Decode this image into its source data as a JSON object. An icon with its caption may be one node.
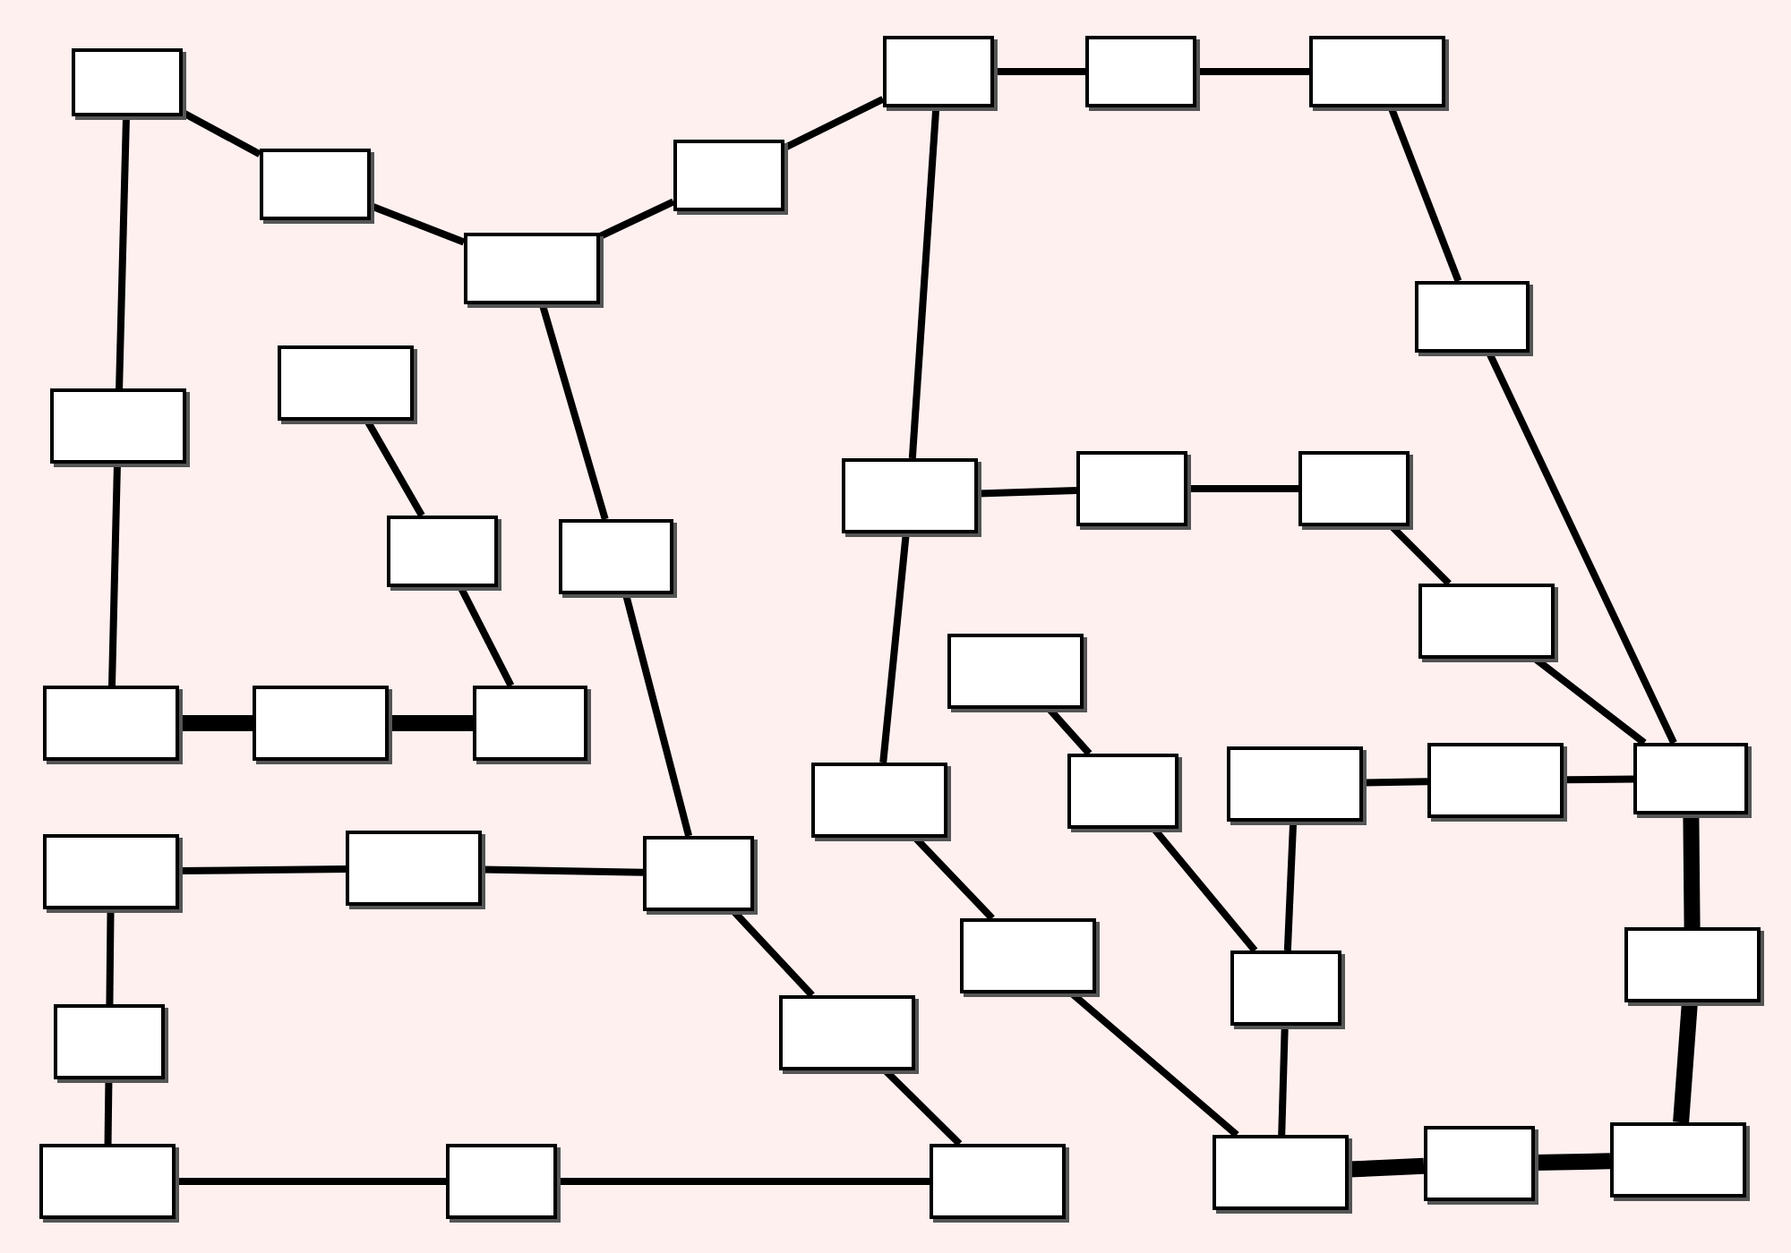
{
  "diagram": {
    "nodes": [
      {
        "text": [],
        "shape": "box"
      },
      {
        "text": [],
        "shape": "box"
      },
      {
        "text": [],
        "shape": "box"
      },
      {
        "text": [],
        "shape": "box"
      },
      {
        "text": [],
        "shape": "box"
      },
      {
        "text": [],
        "shape": "box"
      },
      {
        "text": [],
        "shape": "box"
      },
      {
        "text": [],
        "shape": "box"
      },
      {
        "text": [],
        "shape": "box"
      },
      {
        "text": [],
        "shape": "box"
      },
      {
        "text": [],
        "shape": "box"
      },
      {
        "text": [],
        "shape": "box"
      },
      {
        "text": [],
        "shape": "box"
      },
      {
        "text": [],
        "shape": "box"
      },
      {
        "text": [],
        "shape": "box"
      },
      {
        "text": [],
        "shape": "box"
      },
      {
        "text": [],
        "shape": "box"
      },
      {
        "text": [],
        "shape": "box"
      },
      {
        "text": [],
        "shape": "box"
      },
      {
        "text": [],
        "shape": "box"
      },
      {
        "text": [],
        "shape": "box"
      },
      {
        "text": [],
        "shape": "box"
      },
      {
        "text": [],
        "shape": "box"
      },
      {
        "text": [],
        "shape": "box"
      },
      {
        "text": [],
        "shape": "box"
      },
      {
        "text": [],
        "shape": "box"
      },
      {
        "text": [],
        "shape": "box"
      },
      {
        "text": [],
        "shape": "box"
      },
      {
        "text": [],
        "shape": "box"
      },
      {
        "text": [],
        "shape": "box"
      },
      {
        "text": [],
        "shape": "box"
      },
      {
        "text": [],
        "shape": "box"
      },
      {
        "text": [],
        "shape": "box"
      },
      {
        "text": [],
        "shape": "box"
      },
      {
        "text": [],
        "shape": "box"
      },
      {
        "text": [],
        "shape": "box"
      },
      {
        "text": [],
        "shape": "box"
      },
      {
        "text": [],
        "shape": "box"
      },
      {
        "text": [],
        "shape": "box"
      }
    ],
    "edges": [
      {
        "from": 0,
        "to": 1,
        "arrow": "none"
      },
      {
        "from": 1,
        "to": 2,
        "arrow": "none"
      },
      {
        "from": 2,
        "to": 3,
        "arrow": "none"
      },
      {
        "from": 3,
        "to": 4,
        "arrow": "none"
      },
      {
        "from": 4,
        "to": 5,
        "arrow": "none"
      },
      {
        "from": 5,
        "to": 6,
        "arrow": "none"
      },
      {
        "from": 6,
        "to": 7,
        "arrow": "none"
      },
      {
        "from": 7,
        "to": 24,
        "arrow": "none"
      },
      {
        "from": 0,
        "to": 8,
        "arrow": "none"
      },
      {
        "from": 8,
        "to": 16,
        "arrow": "none"
      },
      {
        "from": 16,
        "to": 17,
        "arrow": "none",
        "style": "thick"
      },
      {
        "from": 17,
        "to": 18,
        "arrow": "none",
        "style": "thick"
      },
      {
        "from": 18,
        "to": 10,
        "arrow": "none"
      },
      {
        "from": 10,
        "to": 9,
        "arrow": "none"
      },
      {
        "from": 2,
        "to": 11,
        "arrow": "none"
      },
      {
        "from": 11,
        "to": 27,
        "arrow": "none"
      },
      {
        "from": 4,
        "to": 12,
        "arrow": "none"
      },
      {
        "from": 12,
        "to": 20,
        "arrow": "none"
      },
      {
        "from": 12,
        "to": 13,
        "arrow": "none"
      },
      {
        "from": 13,
        "to": 14,
        "arrow": "none"
      },
      {
        "from": 14,
        "to": 15,
        "arrow": "none"
      },
      {
        "from": 15,
        "to": 24,
        "arrow": "none"
      },
      {
        "from": 19,
        "to": 21,
        "arrow": "none"
      },
      {
        "from": 21,
        "to": 30,
        "arrow": "none"
      },
      {
        "from": 22,
        "to": 23,
        "arrow": "none"
      },
      {
        "from": 23,
        "to": 24,
        "arrow": "none"
      },
      {
        "from": 22,
        "to": 30,
        "arrow": "none"
      },
      {
        "from": 24,
        "to": 29,
        "arrow": "none",
        "style": "thick"
      },
      {
        "from": 29,
        "to": 38,
        "arrow": "none",
        "style": "thick"
      },
      {
        "from": 38,
        "to": 37,
        "arrow": "none",
        "style": "thick"
      },
      {
        "from": 37,
        "to": 36,
        "arrow": "none",
        "style": "thick"
      },
      {
        "from": 30,
        "to": 36,
        "arrow": "none"
      },
      {
        "from": 20,
        "to": 28,
        "arrow": "none"
      },
      {
        "from": 28,
        "to": 36,
        "arrow": "none"
      },
      {
        "from": 25,
        "to": 26,
        "arrow": "none"
      },
      {
        "from": 26,
        "to": 27,
        "arrow": "none"
      },
      {
        "from": 27,
        "to": 32,
        "arrow": "none"
      },
      {
        "from": 32,
        "to": 35,
        "arrow": "none"
      },
      {
        "from": 25,
        "to": 31,
        "arrow": "none"
      },
      {
        "from": 31,
        "to": 33,
        "arrow": "none"
      },
      {
        "from": 33,
        "to": 34,
        "arrow": "none"
      },
      {
        "from": 34,
        "to": 35,
        "arrow": "none"
      }
    ]
  }
}
